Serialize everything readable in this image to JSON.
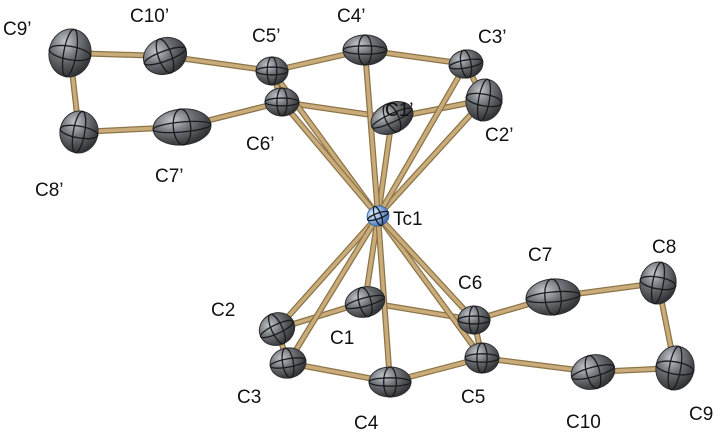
{
  "colors": {
    "bond": "#c9ac7a",
    "bond_edge": "#8c7448",
    "carbon": "#6f7276",
    "carbon_dark": "#2e3033",
    "technetium": "#8fb5e6",
    "technetium_dark": "#3d67a6"
  },
  "labels": {
    "tc1": "Tc1",
    "c1": "C1",
    "c2": "C2",
    "c3": "C3",
    "c4": "C4",
    "c5": "C5",
    "c6": "C6",
    "c7": "C7",
    "c8": "C8",
    "c9": "C9",
    "c10": "C10",
    "c1p": "C1’",
    "c2p": "C2’",
    "c3p": "C3’",
    "c4p": "C4’",
    "c5p": "C5’",
    "c6p": "C6’",
    "c7p": "C7’",
    "c8p": "C8’",
    "c9p": "C9’",
    "c10p": "C10’"
  }
}
